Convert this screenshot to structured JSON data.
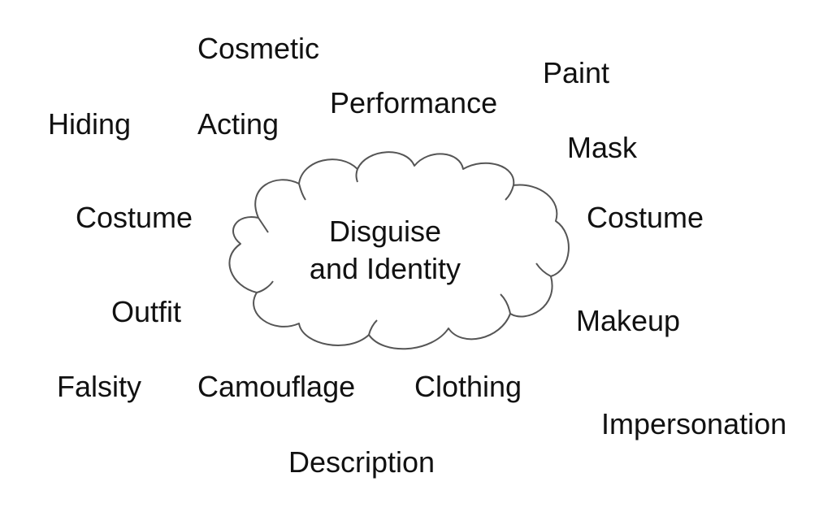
{
  "center": {
    "line1": "Disguise",
    "line2": "and Identity"
  },
  "words": {
    "cosmetic": "Cosmetic",
    "paint": "Paint",
    "performance": "Performance",
    "hiding": "Hiding",
    "acting": "Acting",
    "mask": "Mask",
    "costume_left": "Costume",
    "costume_right": "Costume",
    "outfit": "Outfit",
    "makeup": "Makeup",
    "falsity": "Falsity",
    "camouflage": "Camouflage",
    "clothing": "Clothing",
    "impersonation": "Impersonation",
    "description": "Description"
  },
  "colors": {
    "text": "#111111",
    "cloud_stroke": "#555555",
    "background": "#ffffff"
  }
}
